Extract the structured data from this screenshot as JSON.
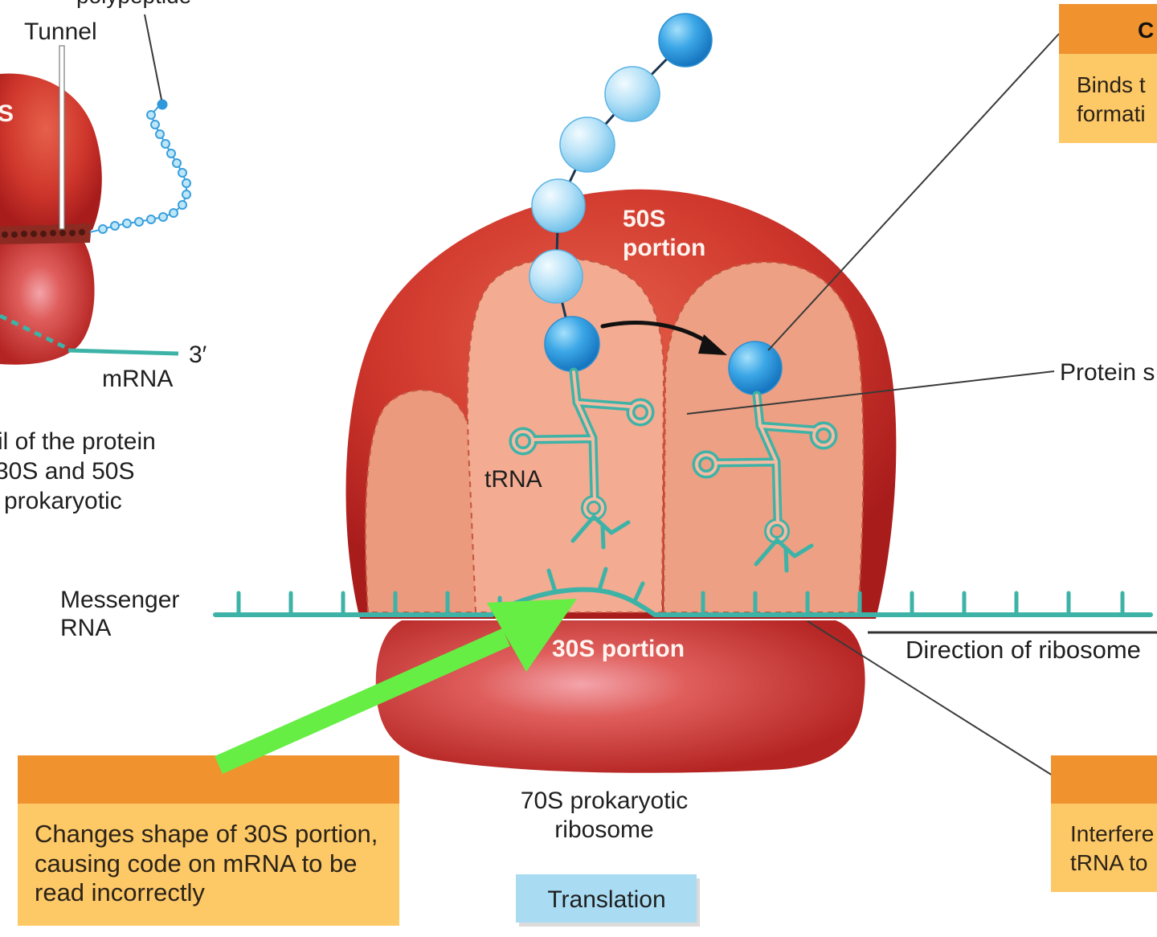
{
  "labels": {
    "polypeptide_cropped": "polypeptide",
    "tunnel": "Tunnel",
    "small_ribosome_fragment": "S",
    "three_prime_end": "3′",
    "small_mrna": "mRNA",
    "left_caption": [
      "il of the protein",
      "30S and 50S",
      "prokaryotic"
    ],
    "large_subunit": [
      "50S",
      "portion"
    ],
    "trna": "tRNA",
    "messenger_rna": [
      "Messenger",
      "RNA"
    ],
    "small_subunit": "30S portion",
    "direction": "Direction of ribosome",
    "protein_synthesis_cropped": "Protein s",
    "ribosome_caption": [
      "70S prokaryotic",
      "ribosome"
    ]
  },
  "boxes": {
    "top_right": {
      "header": "C",
      "lines": [
        "Binds t",
        "formati"
      ]
    },
    "bottom_left": {
      "lines": [
        "Changes shape of 30S portion,",
        "causing code on mRNA to be",
        "read incorrectly"
      ]
    },
    "bottom_right": {
      "lines": [
        "Interfere",
        "tRNA to"
      ]
    }
  },
  "translation_label": "Translation",
  "colors": {
    "ribosome_red": "#cf372c",
    "mrna_teal": "#3db3a7",
    "box_header_orange": "#f0922e",
    "box_body_orange": "#fdc866",
    "arrow_green": "#66ee44",
    "translation_blue": "#a9dcf3"
  }
}
